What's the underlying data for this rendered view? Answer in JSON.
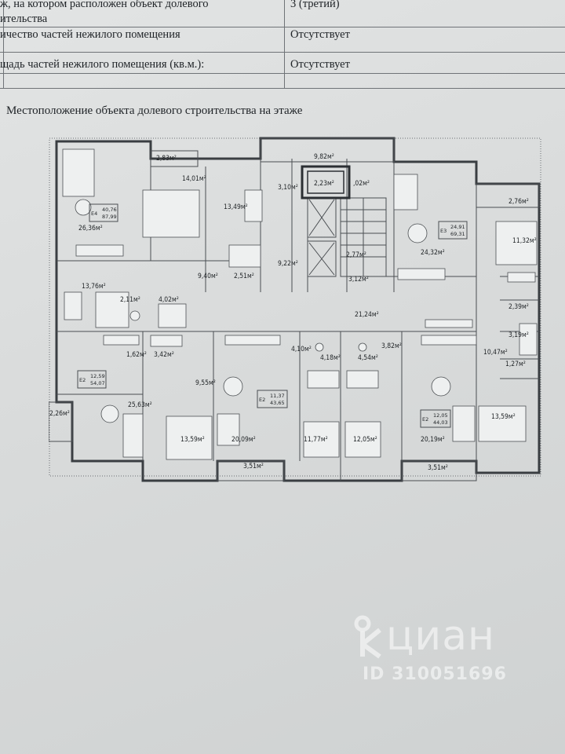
{
  "table": {
    "rows": [
      {
        "label": "ж, на котором расположен объект долевого",
        "value": "3 (третий)"
      },
      {
        "label": "ительства",
        "value": ""
      },
      {
        "label": "ичество частей нежилого помещения",
        "value": "Отсутствует"
      },
      {
        "label": "щадь частей нежилого помещения (кв.м.):",
        "value": "Отсутствует"
      }
    ]
  },
  "section_caption": "Местоположение объекта долевого строительства на этаже",
  "floor_plan": {
    "room_areas": [
      "2,83м²",
      "14,01м²",
      "13,49м²",
      "3,10м²",
      "9,82м²",
      "2,23м²",
      ",02м²",
      "2,76м²",
      "26,36м²",
      "9,40м²",
      "2,51м²",
      "9,22м²",
      "2,77м²",
      "24,32м²",
      "11,32м²",
      "13,76м²",
      "2,11м²",
      "4,02м²",
      "3,12м²",
      "2,39м²",
      "21,24м²",
      "3,19м²",
      "1,62м²",
      "3,42м²",
      "4,10м²",
      "3,82м²",
      "4,18м²",
      "4,54м²",
      "10,47м²",
      "1,27м²",
      "9,55м²",
      "25,63м²",
      "2,26м²",
      "13,59м²",
      "20,09м²",
      "11,77м²",
      "12,05м²",
      "20,19м²",
      "13,59м²",
      "3,51м²",
      "3,51м²"
    ],
    "apartments": [
      {
        "type": "Е4",
        "areas": [
          "40,76",
          "87,99"
        ]
      },
      {
        "type": "Е3",
        "areas": [
          "24,91",
          "69,31"
        ]
      },
      {
        "type": "Е2",
        "areas": [
          "12,59",
          "54,07"
        ]
      },
      {
        "type": "Е2",
        "areas": [
          "11,37",
          "43,65"
        ]
      },
      {
        "type": "Е2",
        "areas": [
          "12,05",
          "44,03"
        ]
      }
    ]
  },
  "watermark": {
    "brand": "циан",
    "id_text": "ID 310051696"
  }
}
